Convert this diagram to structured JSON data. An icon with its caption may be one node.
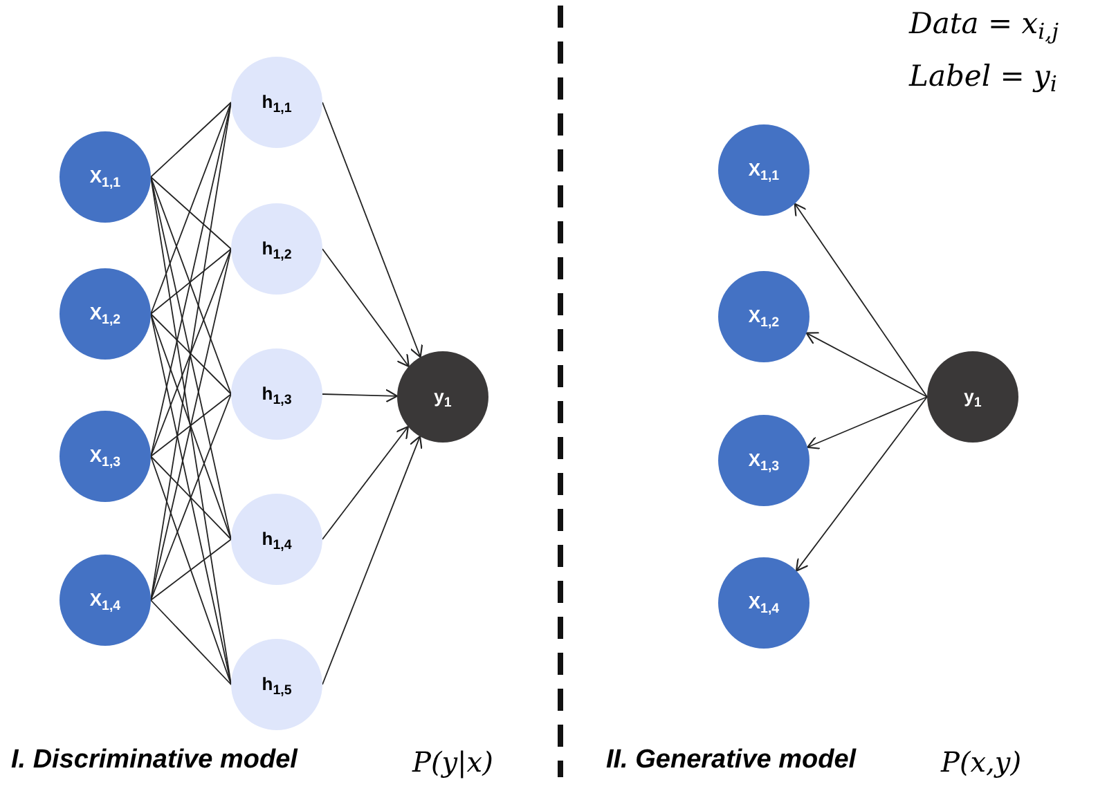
{
  "diagram": {
    "nodes": [
      {
        "text": [
          "X$_{1,1}$"
        ]
      },
      {
        "text": [
          "X$_{1,2}$"
        ]
      },
      {
        "text": [
          "X$_{1,3}$"
        ]
      },
      {
        "text": [
          "X$_{1,4}$"
        ]
      },
      {
        "text": [
          "h$_{1,1}$"
        ]
      },
      {
        "text": [
          "h$_{1,2}$"
        ]
      },
      {
        "text": [
          "h$_{1,3}$"
        ]
      },
      {
        "text": [
          "h$_{1,4}$"
        ]
      },
      {
        "text": [
          "h$_{1,5}$"
        ]
      },
      {
        "text": [
          "y$_{1}$"
        ]
      },
      {
        "text": [
          "X$_{1,1}$"
        ]
      },
      {
        "text": [
          "X$_{1,2}$"
        ]
      },
      {
        "text": [
          "X$_{1,3}$"
        ]
      },
      {
        "text": [
          "X$_{1,4}$"
        ]
      },
      {
        "text": [
          "y$_{1}$"
        ]
      }
    ],
    "edges": [
      {
        "from": 0,
        "to": 4,
        "arrow": "none"
      },
      {
        "from": 0,
        "to": 5,
        "arrow": "none"
      },
      {
        "from": 0,
        "to": 6,
        "arrow": "none"
      },
      {
        "from": 0,
        "to": 7,
        "arrow": "none"
      },
      {
        "from": 0,
        "to": 8,
        "arrow": "none"
      },
      {
        "from": 1,
        "to": 4,
        "arrow": "none"
      },
      {
        "from": 1,
        "to": 5,
        "arrow": "none"
      },
      {
        "from": 1,
        "to": 6,
        "arrow": "none"
      },
      {
        "from": 1,
        "to": 7,
        "arrow": "none"
      },
      {
        "from": 1,
        "to": 8,
        "arrow": "none"
      },
      {
        "from": 2,
        "to": 4,
        "arrow": "none"
      },
      {
        "from": 2,
        "to": 5,
        "arrow": "none"
      },
      {
        "from": 2,
        "to": 6,
        "arrow": "none"
      },
      {
        "from": 2,
        "to": 7,
        "arrow": "none"
      },
      {
        "from": 2,
        "to": 8,
        "arrow": "none"
      },
      {
        "from": 3,
        "to": 4,
        "arrow": "none"
      },
      {
        "from": 3,
        "to": 5,
        "arrow": "none"
      },
      {
        "from": 3,
        "to": 6,
        "arrow": "none"
      },
      {
        "from": 3,
        "to": 7,
        "arrow": "none"
      },
      {
        "from": 3,
        "to": 8,
        "arrow": "none"
      },
      {
        "from": 4,
        "to": 9,
        "arrow": "to"
      },
      {
        "from": 5,
        "to": 9,
        "arrow": "to"
      },
      {
        "from": 6,
        "to": 9,
        "arrow": "to"
      },
      {
        "from": 7,
        "to": 9,
        "arrow": "to"
      },
      {
        "from": 8,
        "to": 9,
        "arrow": "to"
      },
      {
        "from": 14,
        "to": 10,
        "arrow": "to"
      },
      {
        "from": 14,
        "to": 11,
        "arrow": "to"
      },
      {
        "from": 14,
        "to": 12,
        "arrow": "to"
      },
      {
        "from": 14,
        "to": 13,
        "arrow": "to"
      }
    ],
    "labels": [
      "Data = x$_{i,j}$",
      "Label = y$_{i}$",
      "I. Discriminative model",
      "P(y|x)",
      "II. Generative model",
      "P(x,y)"
    ]
  }
}
